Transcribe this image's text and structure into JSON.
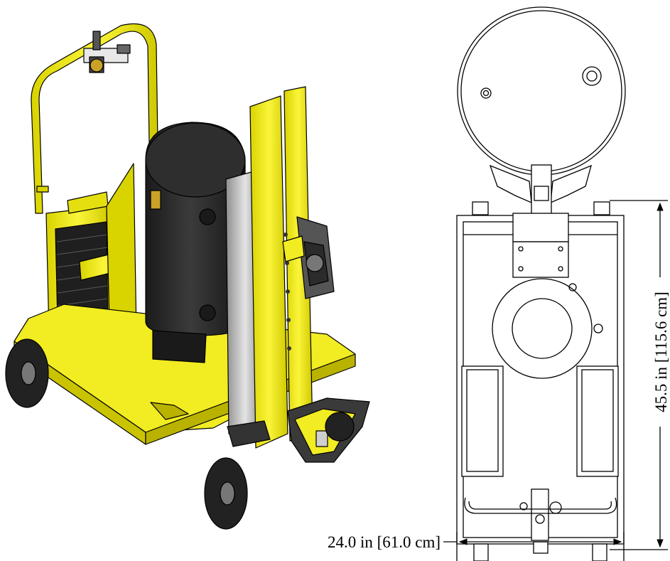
{
  "dimensions": {
    "height_label": "45.5 in [115.6 cm]",
    "width_label": "24.0 in [61.0 cm]"
  },
  "colors": {
    "frame_yellow": "#f2ec22",
    "frame_shadow": "#b9b300",
    "tank_black": "#2a2a2a",
    "rubber_dark": "#3a3a3a",
    "steel_gray": "#9a9a9a",
    "line": "#000000",
    "paper": "#ffffff"
  },
  "icons": {
    "cart_iso_view": "isometric-cart-illustration",
    "cart_front_view": "orthographic-front-view"
  }
}
